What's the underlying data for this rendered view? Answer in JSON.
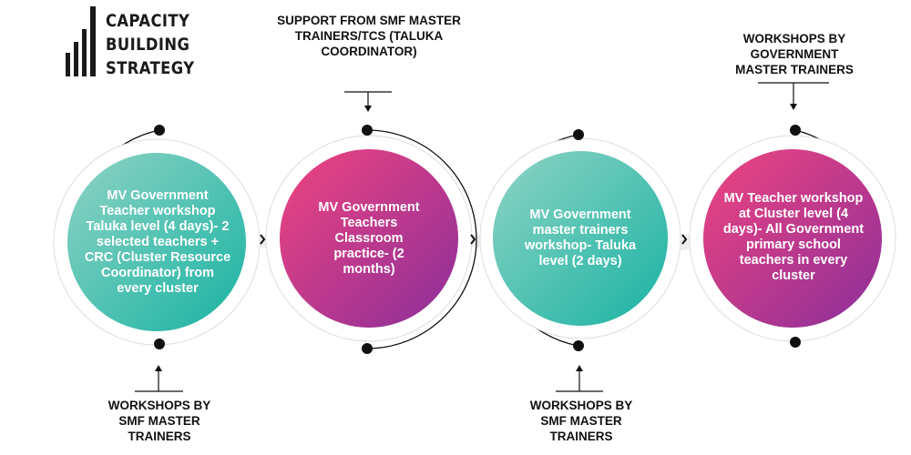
{
  "logo": {
    "line1": "CAPACITY",
    "line2": "BUILDING",
    "line3": "STRATEGY"
  },
  "stages": [
    {
      "text": "MV Government Teacher workshop Taluka level (4 days)- 2 selected teachers + CRC (Cluster Resource Coordinator) from every cluster",
      "gradient": [
        "#8fd3c4",
        "#19b3a3"
      ]
    },
    {
      "text": "MV Government Teachers Classroom practice- (2 months)",
      "gradient": [
        "#f0447f",
        "#8b2f9a"
      ]
    },
    {
      "text": "MV Government master trainers workshop- Taluka level (2 days)",
      "gradient": [
        "#8fd3c4",
        "#19b3a3"
      ]
    },
    {
      "text": "MV Teacher workshop at Cluster level (4 days)- All Government primary school teachers in every cluster",
      "gradient": [
        "#f0447f",
        "#8b2f9a"
      ]
    }
  ],
  "support_labels": {
    "stage1": "WORKSHOPS BY SMF MASTER TRAINERS",
    "stage2": "SUPPORT FROM SMF MASTER TRAINERS/TCS (TALUKA COORDINATOR)",
    "stage3": "WORKSHOPS BY SMF MASTER TRAINERS",
    "stage4": "WORKSHOPS BY GOVERNMENT MASTER TRAINERS"
  },
  "colors": {
    "connector_fill": "#eeeeee",
    "line": "#111111",
    "dot": "#111111"
  }
}
